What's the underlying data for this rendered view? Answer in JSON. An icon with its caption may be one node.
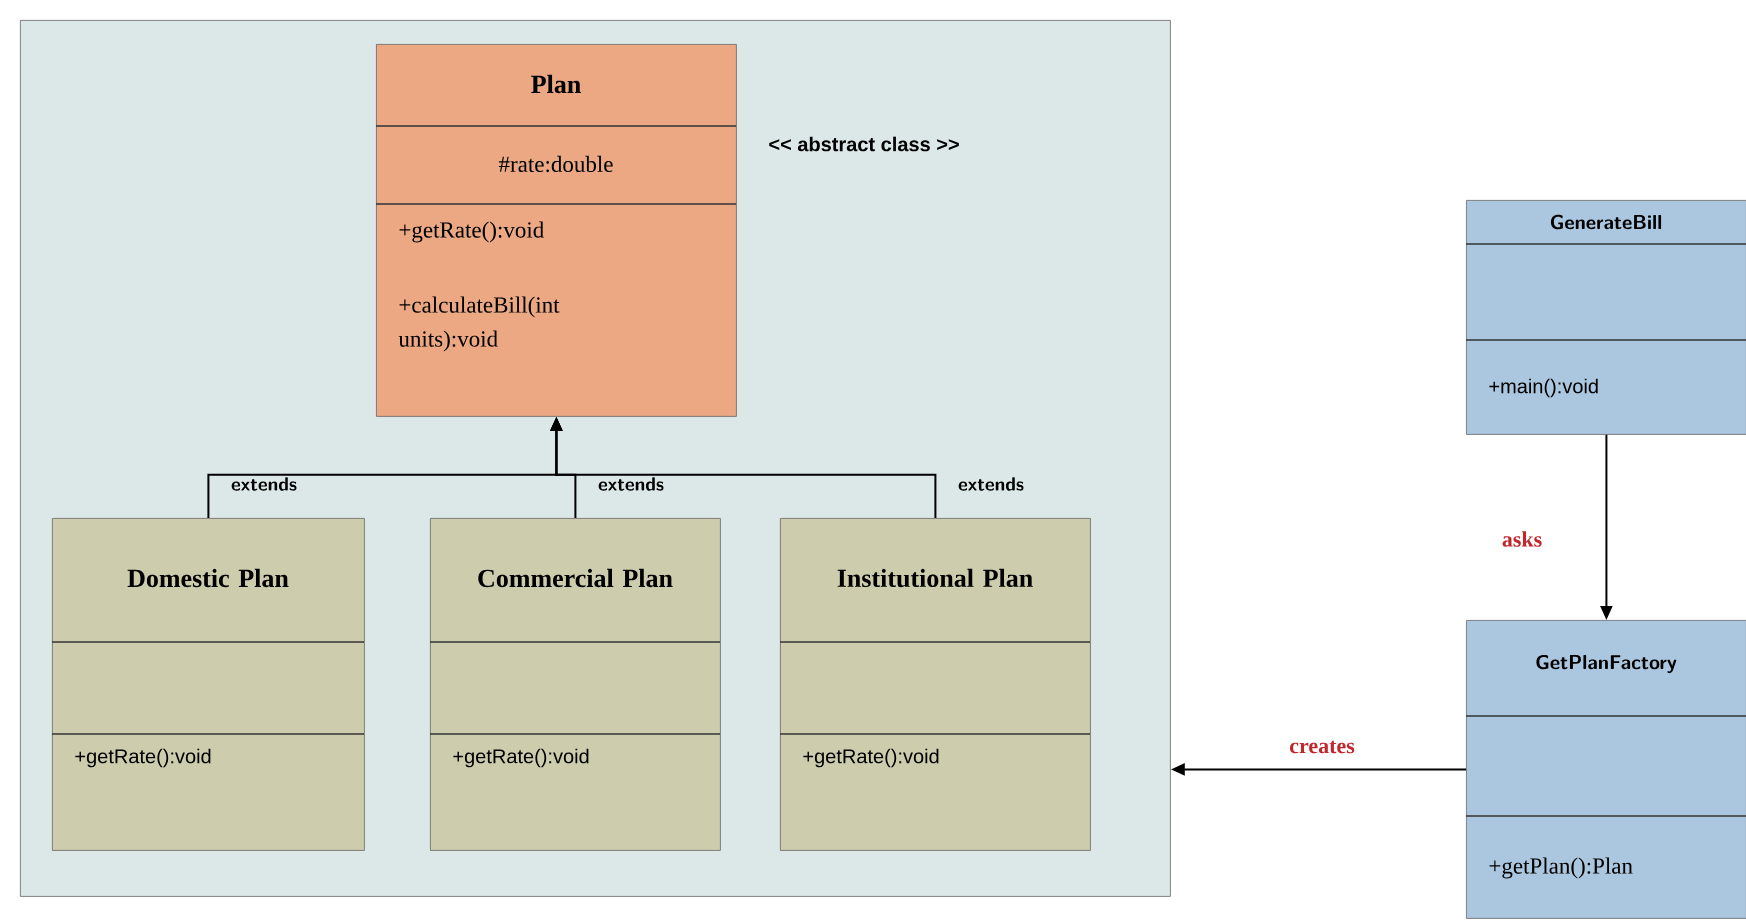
{
  "diagram": {
    "nodes": [
      {
        "text": [],
        "shape": "box"
      },
      {
        "text": [
          "Plan",
          "#rate:double",
          "+getRate():void",
          "+calculateBill(int units):void"
        ],
        "beside": [
          "<< abstract class >>"
        ],
        "in": 0
      },
      {
        "text": [
          "Domestic Plan",
          "+getRate():void"
        ],
        "in": 0
      },
      {
        "text": [
          "Commercial Plan",
          "+getRate():void"
        ],
        "in": 0
      },
      {
        "text": [
          "Institutional Plan",
          "+getRate():void"
        ],
        "in": 0
      },
      {
        "text": [
          "GenerateBill",
          "+main():void"
        ]
      },
      {
        "text": [
          "GetPlanFactory",
          "+getPlan():Plan"
        ]
      }
    ],
    "edges": [
      {
        "from": 2,
        "to": 1,
        "arrow": "to",
        "label": "extends"
      },
      {
        "from": 3,
        "to": 1,
        "arrow": "to",
        "label": "extends"
      },
      {
        "from": 4,
        "to": 1,
        "arrow": "to",
        "label": "extends"
      },
      {
        "from": 5,
        "to": 6,
        "arrow": "to",
        "label": "asks"
      },
      {
        "from": 6,
        "to": 0,
        "arrow": "to",
        "label": "creates"
      }
    ]
  }
}
